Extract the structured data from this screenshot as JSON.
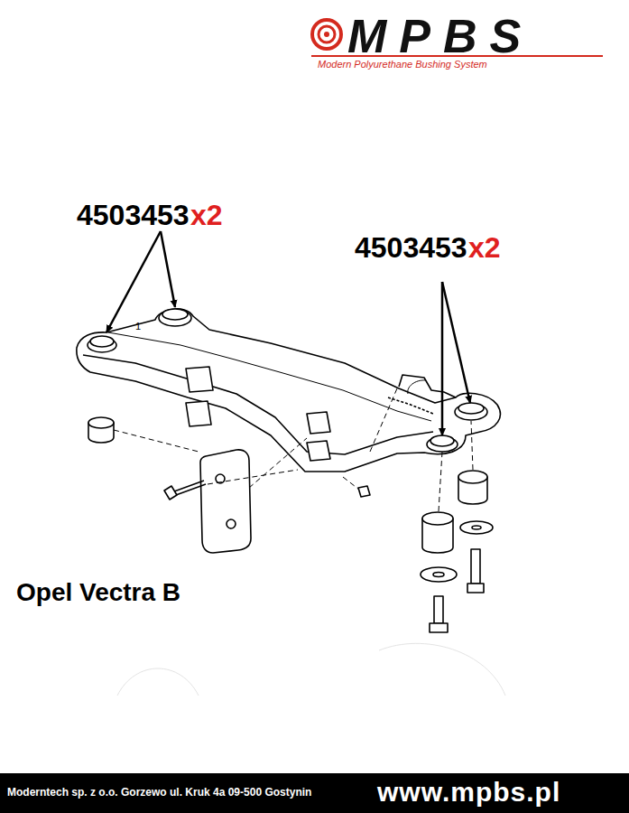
{
  "diagram": {
    "labels": [
      "MPBS",
      "Modern Polyurethane Bushing System",
      "4503453",
      "x2",
      "4503453",
      "x2",
      "1",
      "Opel Vectra B",
      "Moderntech sp. z o.o. Gorzewo ul. Kruk 4a 09-500 Gostynin",
      "www.mpbs.pl"
    ]
  }
}
